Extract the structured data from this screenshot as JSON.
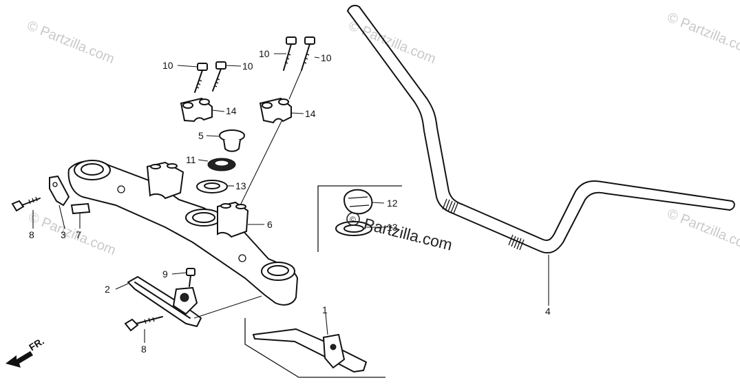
{
  "watermarks": [
    "© Partzilla.com",
    "© Partzilla.com",
    "© Partzilla.com",
    "© Partzilla.com",
    "© Partzilla.com"
  ],
  "main_watermark": "Partzilla.com",
  "front_indicator": "FR.",
  "callouts": {
    "p1": "1",
    "p2": "2",
    "p3": "3",
    "p4": "4",
    "p5": "5",
    "p6": "6",
    "p7": "7",
    "p8a": "8",
    "p8b": "8",
    "p9": "9",
    "p10a": "10",
    "p10b": "10",
    "p10c": "10",
    "p10d": "10",
    "p11": "11",
    "p12": "12",
    "p13a": "13",
    "p13b": "13",
    "p14a": "14",
    "p14b": "14"
  }
}
